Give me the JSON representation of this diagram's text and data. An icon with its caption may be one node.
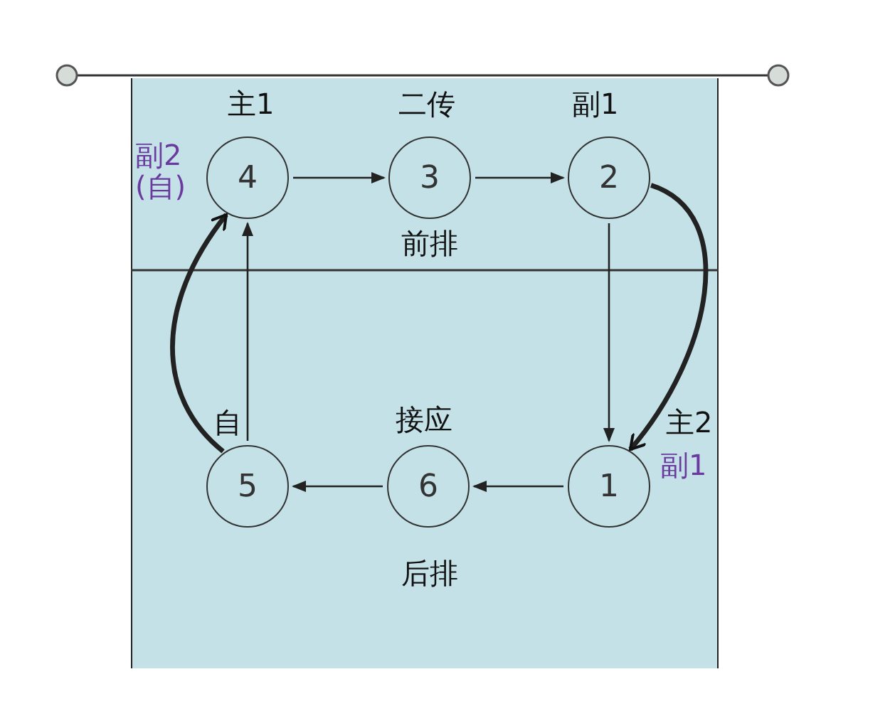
{
  "diagram": {
    "nodes": [
      {
        "text": [
          "4"
        ],
        "beside": [
          "主1",
          "副2 (自)"
        ]
      },
      {
        "text": [
          "3"
        ],
        "beside": [
          "二传"
        ]
      },
      {
        "text": [
          "2"
        ],
        "beside": [
          "副1"
        ]
      },
      {
        "text": [
          "5"
        ],
        "beside": [
          "自"
        ]
      },
      {
        "text": [
          "6"
        ],
        "beside": [
          "接应"
        ]
      },
      {
        "text": [
          "1"
        ],
        "beside": [
          "主2",
          "副1"
        ]
      }
    ],
    "edges": [
      {
        "from": 0,
        "to": 1,
        "arrow": "to"
      },
      {
        "from": 1,
        "to": 2,
        "arrow": "to"
      },
      {
        "from": 2,
        "to": 5,
        "arrow": "to"
      },
      {
        "from": 2,
        "to": 5,
        "arrow": "to",
        "style": "thick"
      },
      {
        "from": 5,
        "to": 4,
        "arrow": "to"
      },
      {
        "from": 4,
        "to": 3,
        "arrow": "to"
      },
      {
        "from": 3,
        "to": 0,
        "arrow": "to"
      },
      {
        "from": 3,
        "to": 0,
        "arrow": "to",
        "style": "thick"
      }
    ],
    "labels": [
      "前排",
      "后排"
    ]
  }
}
